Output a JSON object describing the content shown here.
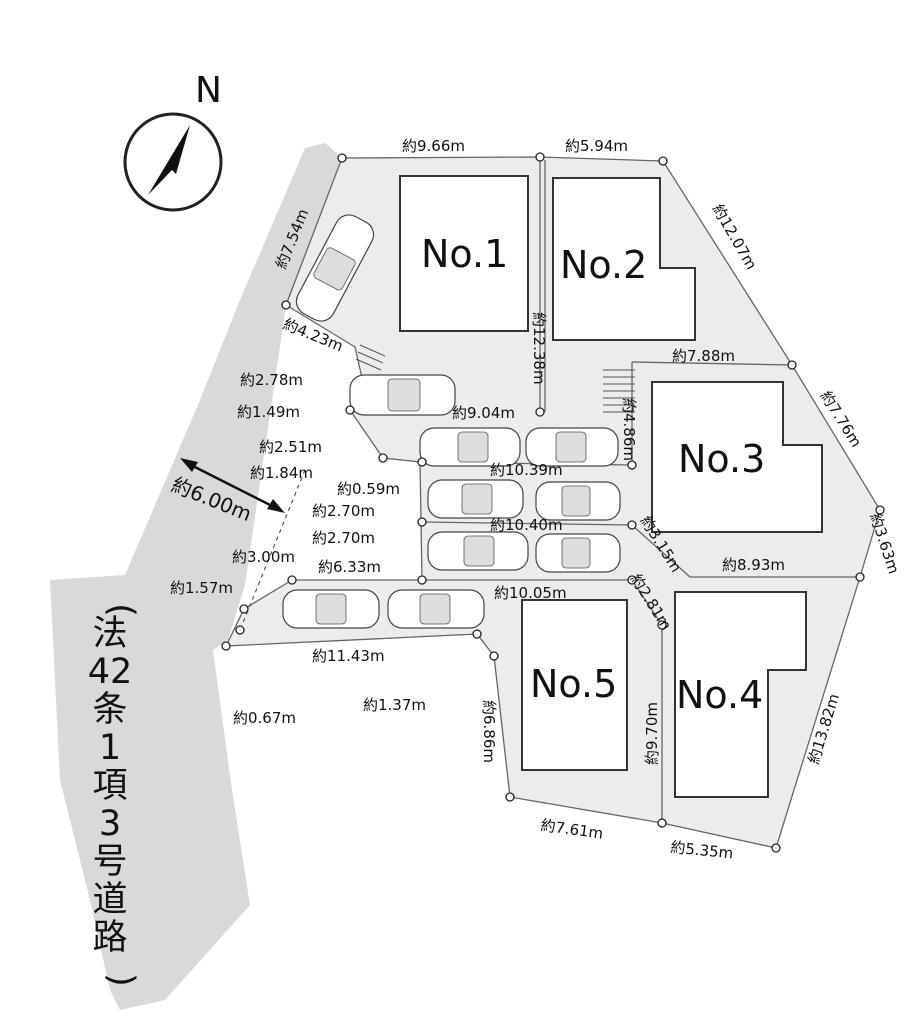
{
  "compass": {
    "label": "N"
  },
  "road": {
    "label": "(法42条1項3号道路)",
    "chars": [
      "(",
      "法",
      "42",
      "条",
      "1",
      "項",
      "3",
      "号",
      "道",
      "路",
      ")"
    ],
    "width_label": "約6.00m"
  },
  "lots": [
    {
      "id": "lot-1",
      "label": "No.1"
    },
    {
      "id": "lot-2",
      "label": "No.2"
    },
    {
      "id": "lot-3",
      "label": "No.3"
    },
    {
      "id": "lot-4",
      "label": "No.4"
    },
    {
      "id": "lot-5",
      "label": "No.5"
    }
  ],
  "dimensions": [
    "約9.66m",
    "約5.94m",
    "約12.07m",
    "約7.54m",
    "約4.23m",
    "約12.38m",
    "約7.88m",
    "約7.76m",
    "約2.78m",
    "約1.49m",
    "約9.04m",
    "約4.86m",
    "約2.51m",
    "約1.84m",
    "約10.39m",
    "約0.59m",
    "約2.70m",
    "約2.70m",
    "約10.40m",
    "約3.15m",
    "約3.63m",
    "約3.00m",
    "約6.33m",
    "約8.93m",
    "約1.57m",
    "約10.05m",
    "約2.81m",
    "約11.43m",
    "約1.37m",
    "約0.67m",
    "約6.86m",
    "約9.70m",
    "約13.82m",
    "約7.61m",
    "約5.35m"
  ]
}
